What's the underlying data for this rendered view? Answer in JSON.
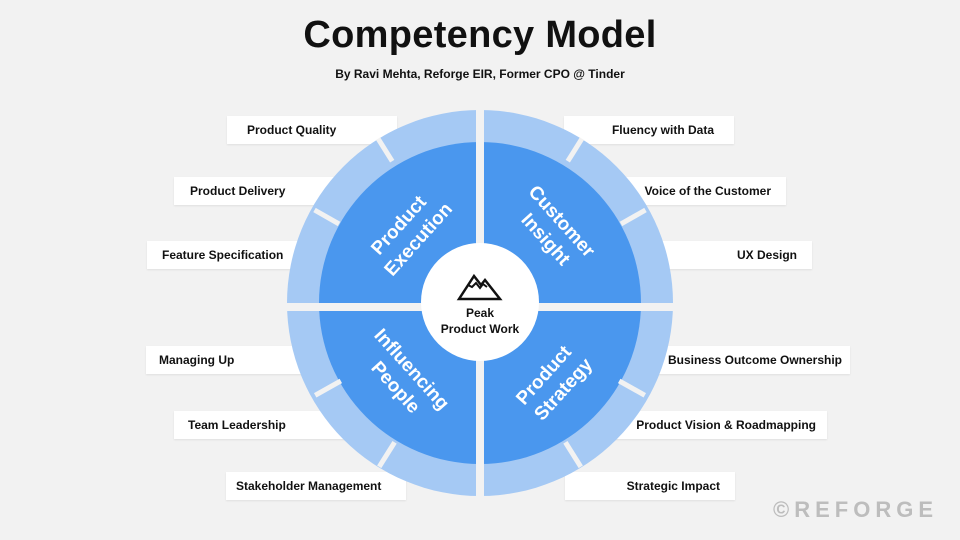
{
  "title": "Competency Model",
  "subtitle": "By Ravi Mehta, Reforge EIR, Former CPO @ Tinder",
  "center": {
    "line1": "Peak",
    "line2": "Product Work",
    "icon": "mountain-icon"
  },
  "quadrants": {
    "top_left": "Product Execution",
    "top_right": "Customer Insight",
    "bottom_left": "Influencing People",
    "bottom_right": "Product Strategy"
  },
  "left_labels": [
    "Product Quality",
    "Product Delivery",
    "Feature Specification",
    "Managing Up",
    "Team Leadership",
    "Stakeholder Management"
  ],
  "right_labels": [
    "Fluency with Data",
    "Voice of the Customer",
    "UX Design",
    "Business Outcome Ownership",
    "Product Vision & Roadmapping",
    "Strategic Impact"
  ],
  "brand": "©REFORGE",
  "colors": {
    "inner": "#4a97ee",
    "outer": "#a5c9f4",
    "background": "#f2f2f2"
  }
}
